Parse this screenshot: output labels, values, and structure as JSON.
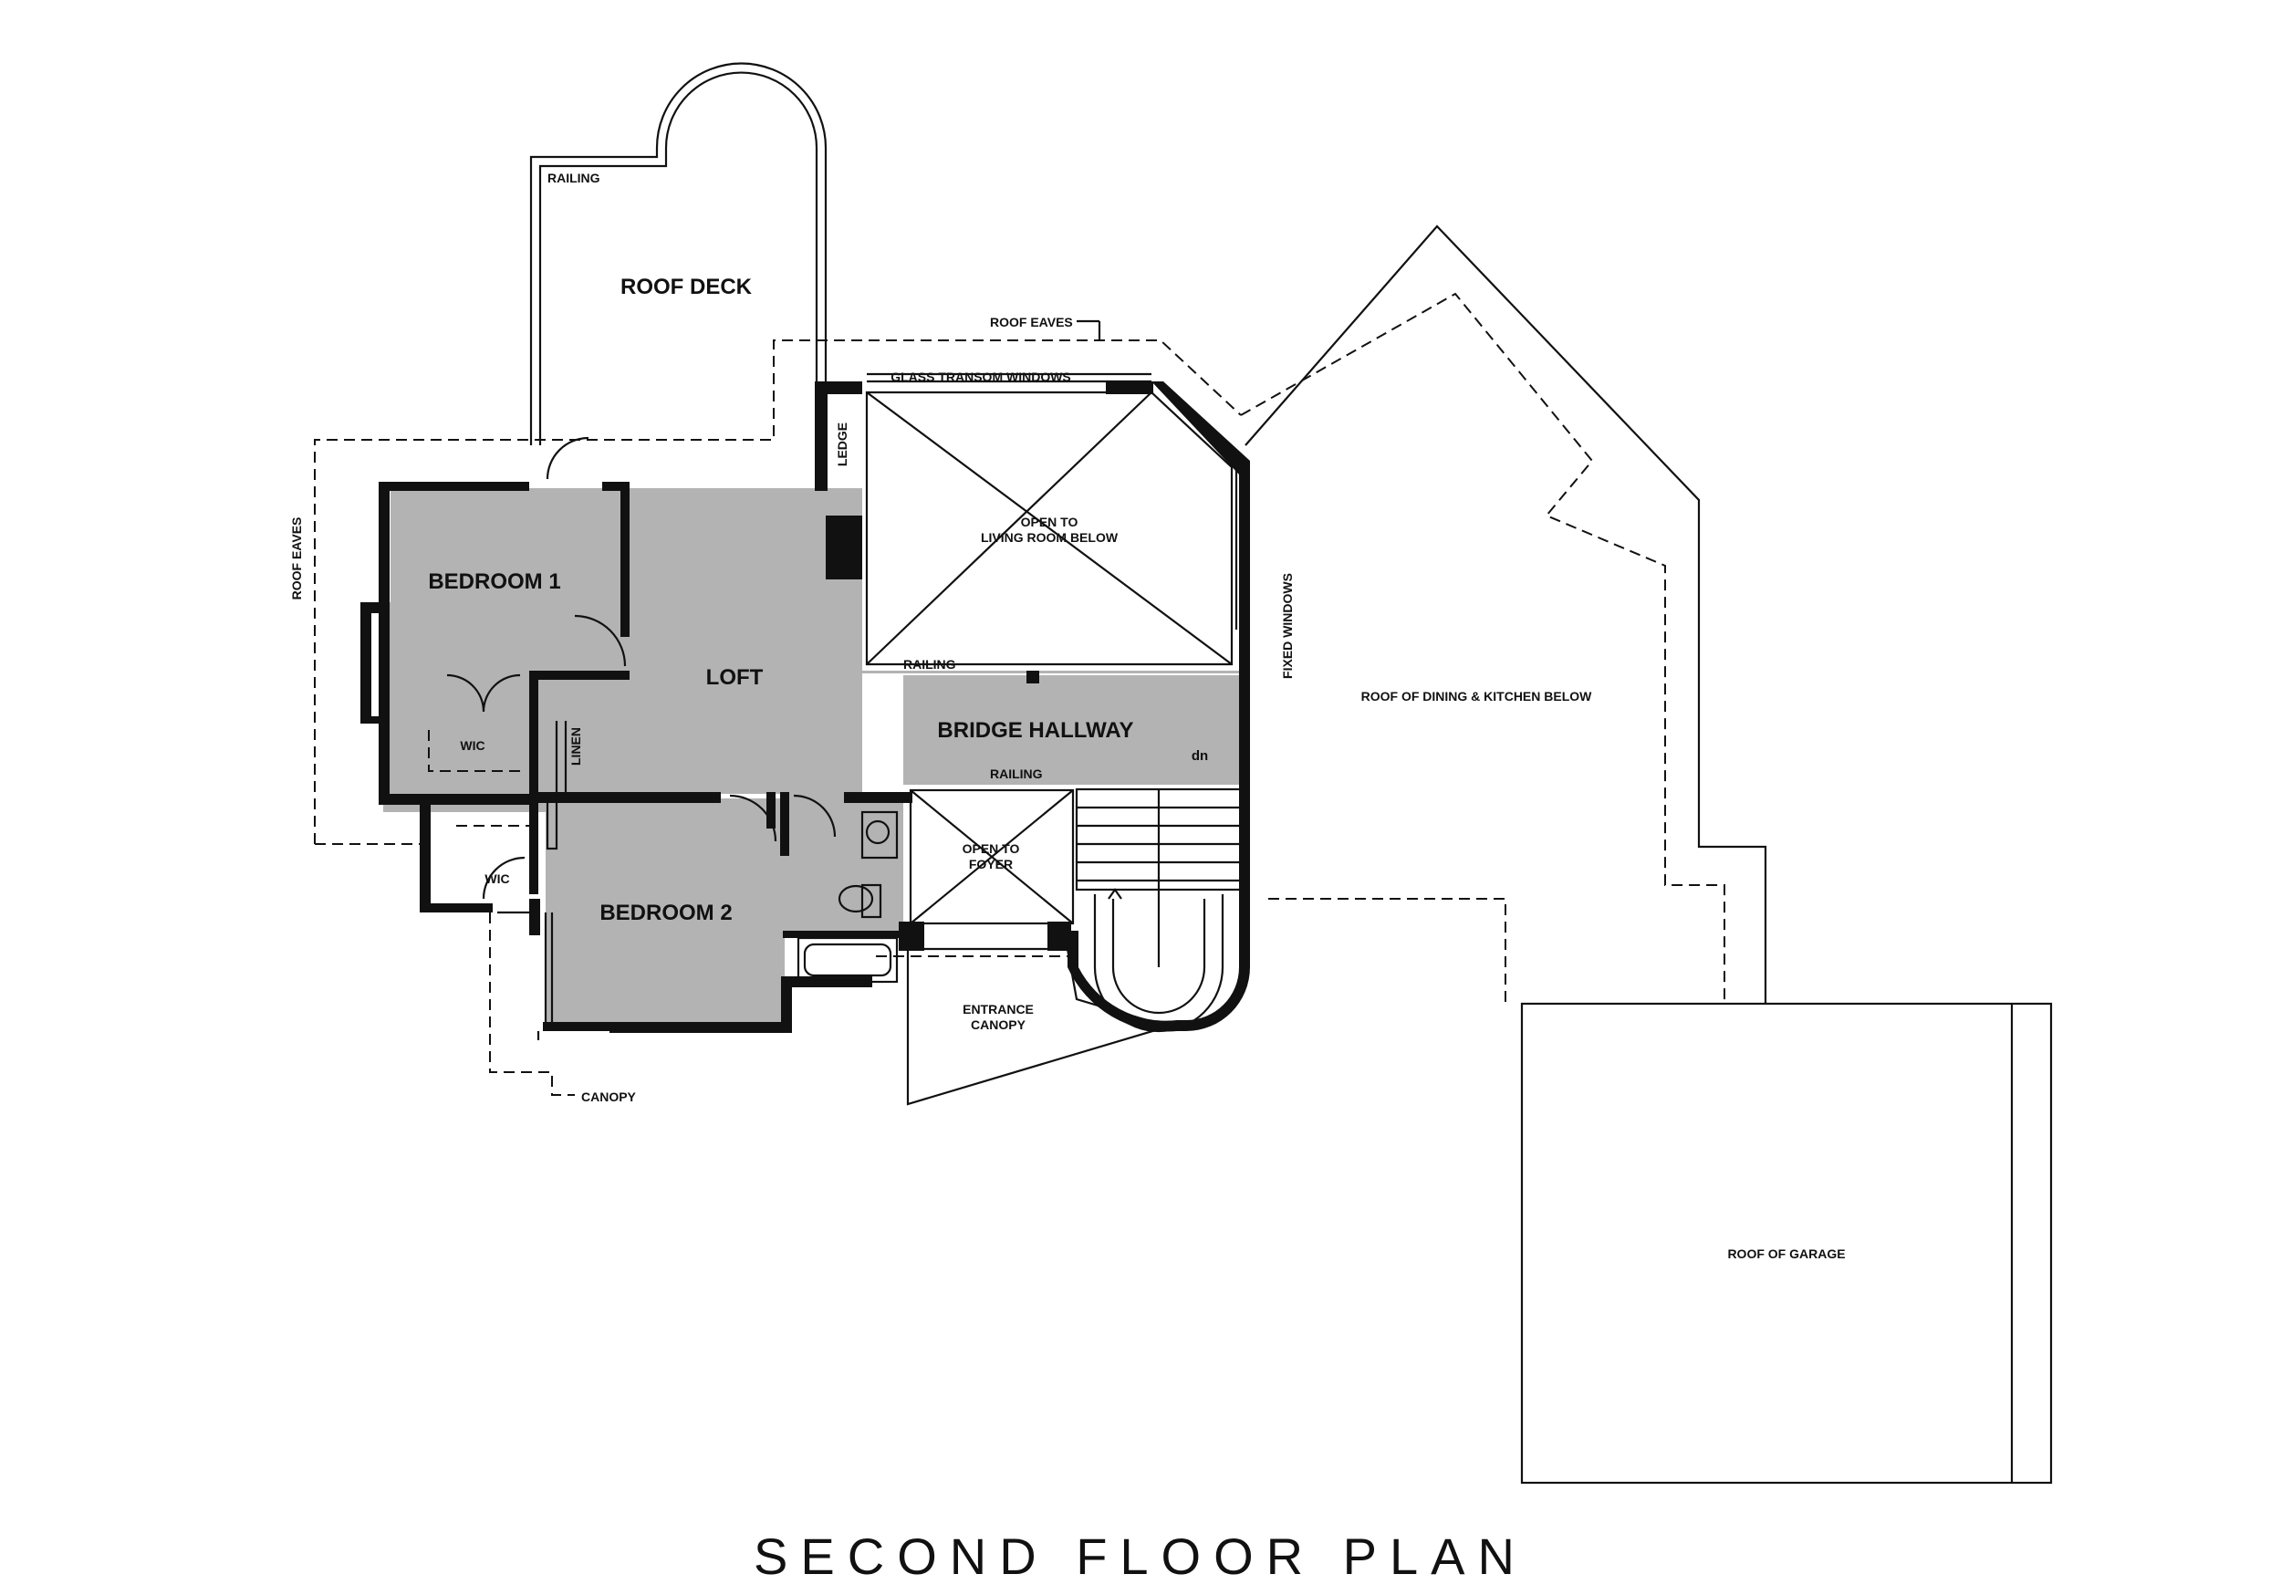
{
  "title": "SECOND FLOOR PLAN",
  "rooms": {
    "roof_deck": "ROOF DECK",
    "bedroom1": "BEDROOM 1",
    "loft": "LOFT",
    "bridge_hallway": "BRIDGE HALLWAY",
    "bedroom2": "BEDROOM 2",
    "wic1": "WIC",
    "wic2": "WIC",
    "linen": "LINEN"
  },
  "notes": {
    "railing_deck": "RAILING",
    "roof_eaves_top": "ROOF EAVES",
    "roof_eaves_left": "ROOF EAVES",
    "glass_transom": "GLASS TRANSOM WINDOWS",
    "ledge": "LEDGE",
    "open_living_line1": "OPEN TO",
    "open_living_line2": "LIVING ROOM BELOW",
    "railing_living": "RAILING",
    "fixed_windows": "FIXED WINDOWS",
    "railing_bridge": "RAILING",
    "dn": "dn",
    "open_foyer_line1": "OPEN TO",
    "open_foyer_line2": "FOYER",
    "entrance_canopy_line1": "ENTRANCE",
    "entrance_canopy_line2": "CANOPY",
    "canopy": "CANOPY",
    "roof_dining": "ROOF OF DINING & KITCHEN BELOW",
    "roof_garage": "ROOF OF GARAGE"
  }
}
